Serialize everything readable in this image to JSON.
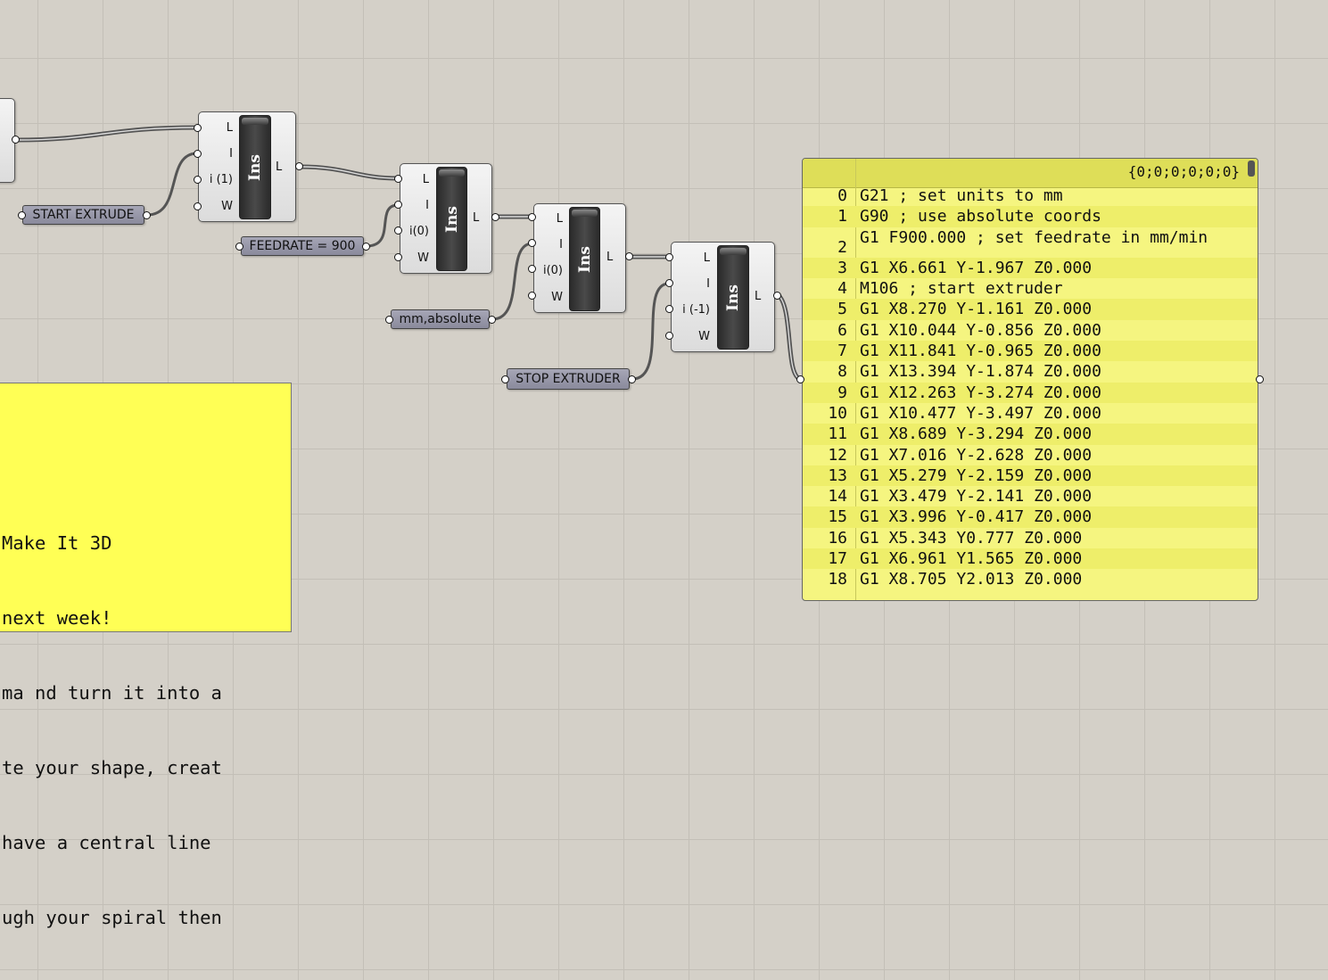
{
  "colors": {
    "canvas": "#d4d0c8",
    "component_core": "#333333",
    "panel": "#9a9aab",
    "note": "#ffff55",
    "yellow_panel": "#f5f580"
  },
  "insert_items": [
    {
      "name": "insert-items-1",
      "title": "Ins",
      "inputs": [
        "L",
        "I",
        "i (1)",
        "W"
      ],
      "output": "L"
    },
    {
      "name": "insert-items-2",
      "title": "Ins",
      "inputs": [
        "L",
        "I",
        "i(0)",
        "W"
      ],
      "output": "L"
    },
    {
      "name": "insert-items-3",
      "title": "Ins",
      "inputs": [
        "L",
        "I",
        "i(0)",
        "W"
      ],
      "output": "L"
    },
    {
      "name": "insert-items-4",
      "title": "Ins",
      "inputs": [
        "L",
        "I",
        "i (-1)",
        "W"
      ],
      "output": "L"
    }
  ],
  "panels": {
    "start_extrude": "START EXTRUDE",
    "feedrate": "FEEDRATE = 900",
    "units": "mm,absolute",
    "stop_extruder": "STOP EXTRUDER"
  },
  "note": {
    "lines": [
      "Make It 3D",
      "next week!",
      "ma nd turn it into a",
      "te your shape, creat",
      "have a central line",
      "ugh your spiral then"
    ]
  },
  "output_panel": {
    "path": "{0;0;0;0;0;0}",
    "rows": [
      {
        "index": "0",
        "text": "G21 ; set units to mm"
      },
      {
        "index": "1",
        "text": "G90 ; use absolute coords"
      },
      {
        "index": "2",
        "text": "G1 F900.000 ; set feedrate in mm/min"
      },
      {
        "index": "3",
        "text": "G1 X6.661 Y-1.967 Z0.000"
      },
      {
        "index": "4",
        "text": "M106 ; start extruder"
      },
      {
        "index": "5",
        "text": "G1 X8.270 Y-1.161 Z0.000"
      },
      {
        "index": "6",
        "text": "G1 X10.044 Y-0.856 Z0.000"
      },
      {
        "index": "7",
        "text": "G1 X11.841 Y-0.965 Z0.000"
      },
      {
        "index": "8",
        "text": "G1 X13.394 Y-1.874 Z0.000"
      },
      {
        "index": "9",
        "text": "G1 X12.263 Y-3.274 Z0.000"
      },
      {
        "index": "10",
        "text": "G1 X10.477 Y-3.497 Z0.000"
      },
      {
        "index": "11",
        "text": "G1 X8.689 Y-3.294 Z0.000"
      },
      {
        "index": "12",
        "text": "G1 X7.016 Y-2.628 Z0.000"
      },
      {
        "index": "13",
        "text": "G1 X5.279 Y-2.159 Z0.000"
      },
      {
        "index": "14",
        "text": "G1 X3.479 Y-2.141 Z0.000"
      },
      {
        "index": "15",
        "text": "G1 X3.996 Y-0.417 Z0.000"
      },
      {
        "index": "16",
        "text": "G1 X5.343 Y0.777 Z0.000"
      },
      {
        "index": "17",
        "text": "G1 X6.961 Y1.565 Z0.000"
      },
      {
        "index": "18",
        "text": "G1 X8.705 Y2.013 Z0.000"
      }
    ]
  }
}
